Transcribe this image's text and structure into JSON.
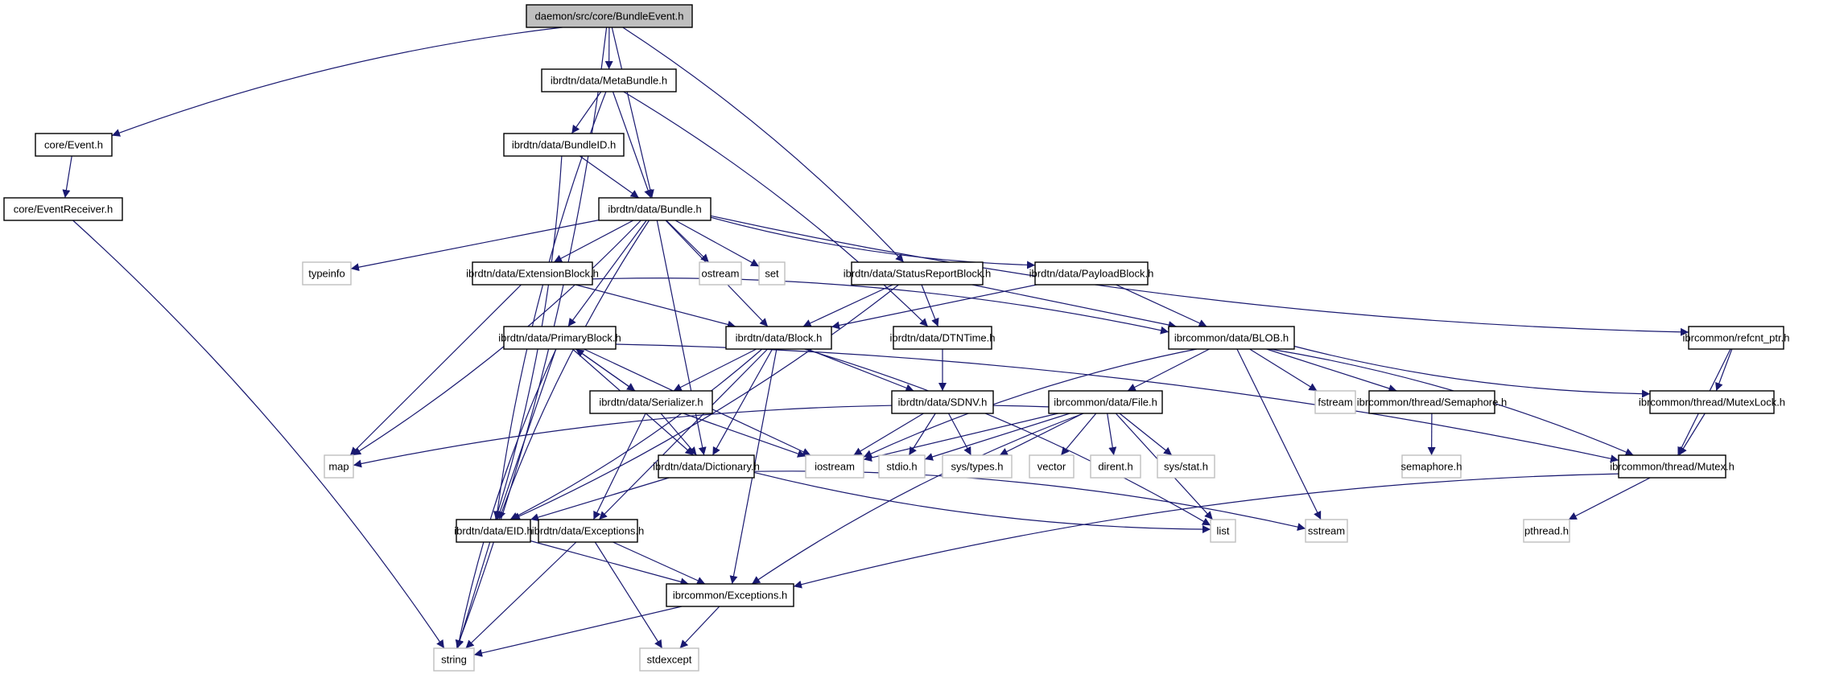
{
  "title": "daemon/src/core/BundleEvent.h",
  "colors": {
    "edge": "#191970",
    "root_fill": "#bfbfbf",
    "project_border": "#000000",
    "system_border": "#bfbfbf",
    "node_fill": "#ffffff"
  },
  "nodes": [
    {
      "id": "BundleEvent",
      "label": "daemon/src/core/BundleEvent.h",
      "kind": "root"
    },
    {
      "id": "MetaBundle",
      "label": "ibrdtn/data/MetaBundle.h",
      "kind": "project"
    },
    {
      "id": "Event",
      "label": "core/Event.h",
      "kind": "project"
    },
    {
      "id": "EventReceiver",
      "label": "core/EventReceiver.h",
      "kind": "project"
    },
    {
      "id": "BundleID",
      "label": "ibrdtn/data/BundleID.h",
      "kind": "project"
    },
    {
      "id": "Bundle",
      "label": "ibrdtn/data/Bundle.h",
      "kind": "project"
    },
    {
      "id": "typeinfo",
      "label": "typeinfo",
      "kind": "system"
    },
    {
      "id": "ExtensionBlock",
      "label": "ibrdtn/data/ExtensionBlock.h",
      "kind": "project"
    },
    {
      "id": "ostream",
      "label": "ostream",
      "kind": "system"
    },
    {
      "id": "set",
      "label": "set",
      "kind": "system"
    },
    {
      "id": "StatusReportBlock",
      "label": "ibrdtn/data/StatusReportBlock.h",
      "kind": "project"
    },
    {
      "id": "PayloadBlock",
      "label": "ibrdtn/data/PayloadBlock.h",
      "kind": "project"
    },
    {
      "id": "PrimaryBlock",
      "label": "ibrdtn/data/PrimaryBlock.h",
      "kind": "project"
    },
    {
      "id": "Block",
      "label": "ibrdtn/data/Block.h",
      "kind": "project"
    },
    {
      "id": "DTNTime",
      "label": "ibrdtn/data/DTNTime.h",
      "kind": "project"
    },
    {
      "id": "BLOB",
      "label": "ibrcommon/data/BLOB.h",
      "kind": "project"
    },
    {
      "id": "refcnt_ptr",
      "label": "ibrcommon/refcnt_ptr.h",
      "kind": "project"
    },
    {
      "id": "Serializer",
      "label": "ibrdtn/data/Serializer.h",
      "kind": "project"
    },
    {
      "id": "SDNV",
      "label": "ibrdtn/data/SDNV.h",
      "kind": "project"
    },
    {
      "id": "File",
      "label": "ibrcommon/data/File.h",
      "kind": "project"
    },
    {
      "id": "fstream",
      "label": "fstream",
      "kind": "system"
    },
    {
      "id": "Semaphore",
      "label": "ibrcommon/thread/Semaphore.h",
      "kind": "project"
    },
    {
      "id": "MutexLock",
      "label": "ibrcommon/thread/MutexLock.h",
      "kind": "project"
    },
    {
      "id": "map",
      "label": "map",
      "kind": "system"
    },
    {
      "id": "Dictionary",
      "label": "ibrdtn/data/Dictionary.h",
      "kind": "project"
    },
    {
      "id": "iostream",
      "label": "iostream",
      "kind": "system"
    },
    {
      "id": "stdio",
      "label": "stdio.h",
      "kind": "system"
    },
    {
      "id": "systypes",
      "label": "sys/types.h",
      "kind": "system"
    },
    {
      "id": "vector",
      "label": "vector",
      "kind": "system"
    },
    {
      "id": "dirent",
      "label": "dirent.h",
      "kind": "system"
    },
    {
      "id": "sysstat",
      "label": "sys/stat.h",
      "kind": "system"
    },
    {
      "id": "semaphore",
      "label": "semaphore.h",
      "kind": "system"
    },
    {
      "id": "Mutex",
      "label": "ibrcommon/thread/Mutex.h",
      "kind": "project"
    },
    {
      "id": "EID",
      "label": "ibrdtn/data/EID.h",
      "kind": "project"
    },
    {
      "id": "DtnExceptions",
      "label": "ibrdtn/data/Exceptions.h",
      "kind": "project"
    },
    {
      "id": "list",
      "label": "list",
      "kind": "system"
    },
    {
      "id": "sstream",
      "label": "sstream",
      "kind": "system"
    },
    {
      "id": "pthread",
      "label": "pthread.h",
      "kind": "system"
    },
    {
      "id": "CommonExceptions",
      "label": "ibrcommon/Exceptions.h",
      "kind": "project"
    },
    {
      "id": "string",
      "label": "string",
      "kind": "system"
    },
    {
      "id": "stdexcept",
      "label": "stdexcept",
      "kind": "system"
    }
  ],
  "edges": [
    [
      "BundleEvent",
      "MetaBundle"
    ],
    [
      "BundleEvent",
      "Event"
    ],
    [
      "BundleEvent",
      "string"
    ],
    [
      "BundleEvent",
      "Bundle"
    ],
    [
      "BundleEvent",
      "StatusReportBlock"
    ],
    [
      "Event",
      "EventReceiver"
    ],
    [
      "EventReceiver",
      "string"
    ],
    [
      "MetaBundle",
      "BundleID"
    ],
    [
      "MetaBundle",
      "Bundle"
    ],
    [
      "MetaBundle",
      "EID"
    ],
    [
      "MetaBundle",
      "DTNTime"
    ],
    [
      "BundleID",
      "Bundle"
    ],
    [
      "BundleID",
      "EID"
    ],
    [
      "Bundle",
      "typeinfo"
    ],
    [
      "Bundle",
      "ExtensionBlock"
    ],
    [
      "Bundle",
      "ostream"
    ],
    [
      "Bundle",
      "set"
    ],
    [
      "Bundle",
      "PayloadBlock"
    ],
    [
      "Bundle",
      "PrimaryBlock"
    ],
    [
      "Bundle",
      "Block"
    ],
    [
      "Bundle",
      "map"
    ],
    [
      "Bundle",
      "EID"
    ],
    [
      "Bundle",
      "Dictionary"
    ],
    [
      "Bundle",
      "refcnt_ptr"
    ],
    [
      "ExtensionBlock",
      "Block"
    ],
    [
      "ExtensionBlock",
      "map"
    ],
    [
      "ExtensionBlock",
      "BLOB"
    ],
    [
      "StatusReportBlock",
      "Block"
    ],
    [
      "StatusReportBlock",
      "DTNTime"
    ],
    [
      "StatusReportBlock",
      "BLOB"
    ],
    [
      "StatusReportBlock",
      "EID"
    ],
    [
      "PayloadBlock",
      "Block"
    ],
    [
      "PayloadBlock",
      "BLOB"
    ],
    [
      "PrimaryBlock",
      "Serializer"
    ],
    [
      "PrimaryBlock",
      "Dictionary"
    ],
    [
      "PrimaryBlock",
      "EID"
    ],
    [
      "PrimaryBlock",
      "iostream"
    ],
    [
      "PrimaryBlock",
      "string"
    ],
    [
      "PrimaryBlock",
      "Mutex"
    ],
    [
      "Serializer",
      "PrimaryBlock"
    ],
    [
      "Serializer",
      "Dictionary"
    ],
    [
      "Serializer",
      "iostream"
    ],
    [
      "Serializer",
      "DtnExceptions"
    ],
    [
      "Block",
      "Serializer"
    ],
    [
      "Block",
      "SDNV"
    ],
    [
      "Block",
      "Dictionary"
    ],
    [
      "Block",
      "EID"
    ],
    [
      "Block",
      "DtnExceptions"
    ],
    [
      "Block",
      "list"
    ],
    [
      "Block",
      "CommonExceptions"
    ],
    [
      "DTNTime",
      "SDNV"
    ],
    [
      "SDNV",
      "iostream"
    ],
    [
      "SDNV",
      "stdio"
    ],
    [
      "SDNV",
      "systypes"
    ],
    [
      "BLOB",
      "File"
    ],
    [
      "BLOB",
      "fstream"
    ],
    [
      "BLOB",
      "Semaphore"
    ],
    [
      "BLOB",
      "MutexLock"
    ],
    [
      "BLOB",
      "Mutex"
    ],
    [
      "BLOB",
      "iostream"
    ],
    [
      "BLOB",
      "sstream"
    ],
    [
      "refcnt_ptr",
      "MutexLock"
    ],
    [
      "refcnt_ptr",
      "Mutex"
    ],
    [
      "File",
      "map"
    ],
    [
      "File",
      "iostream"
    ],
    [
      "File",
      "stdio"
    ],
    [
      "File",
      "systypes"
    ],
    [
      "File",
      "vector"
    ],
    [
      "File",
      "dirent"
    ],
    [
      "File",
      "sysstat"
    ],
    [
      "File",
      "list"
    ],
    [
      "File",
      "CommonExceptions"
    ],
    [
      "Semaphore",
      "semaphore"
    ],
    [
      "MutexLock",
      "Mutex"
    ],
    [
      "Mutex",
      "pthread"
    ],
    [
      "Mutex",
      "CommonExceptions"
    ],
    [
      "Dictionary",
      "EID"
    ],
    [
      "Dictionary",
      "list"
    ],
    [
      "Dictionary",
      "sstream"
    ],
    [
      "EID",
      "string"
    ],
    [
      "EID",
      "CommonExceptions"
    ],
    [
      "DtnExceptions",
      "string"
    ],
    [
      "DtnExceptions",
      "CommonExceptions"
    ],
    [
      "DtnExceptions",
      "stdexcept"
    ],
    [
      "CommonExceptions",
      "string"
    ],
    [
      "CommonExceptions",
      "stdexcept"
    ]
  ]
}
